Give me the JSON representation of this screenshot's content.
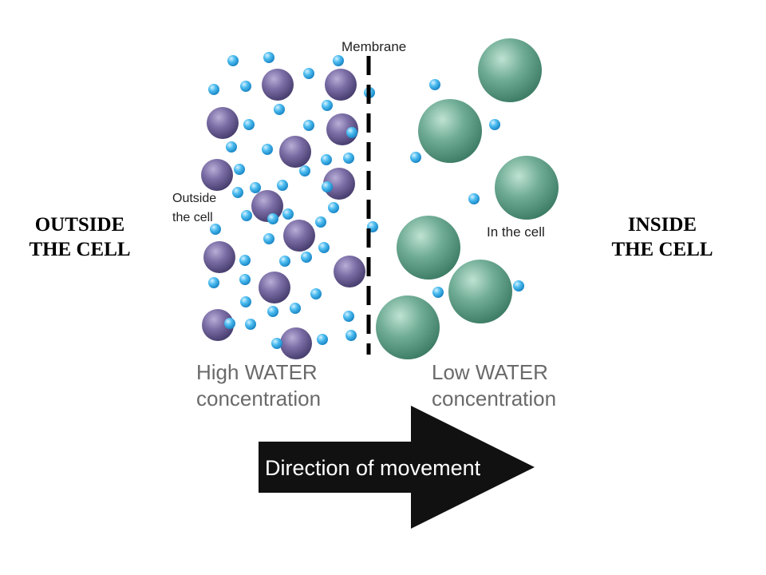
{
  "labels": {
    "outside_line1": "OUTSIDE",
    "outside_line2": "THE CELL",
    "inside_line1": "INSIDE",
    "inside_line2": "THE CELL"
  },
  "diagram": {
    "membrane": "Membrane",
    "outside_small_line1": "Outside",
    "outside_small_line2": "the cell",
    "inside_small": "In the cell",
    "high_line1": "High WATER",
    "high_line2": "concentration",
    "low_line1": "Low WATER",
    "low_line2": "concentration",
    "arrow_text": "Direction of movement"
  },
  "colors": {
    "water": "#29a9e8",
    "solute_outside": "#6a5c94",
    "solute_inside": "#6aa48e",
    "membrane": "#000000",
    "arrow": "#111111",
    "caption": "#6a6a6a"
  }
}
